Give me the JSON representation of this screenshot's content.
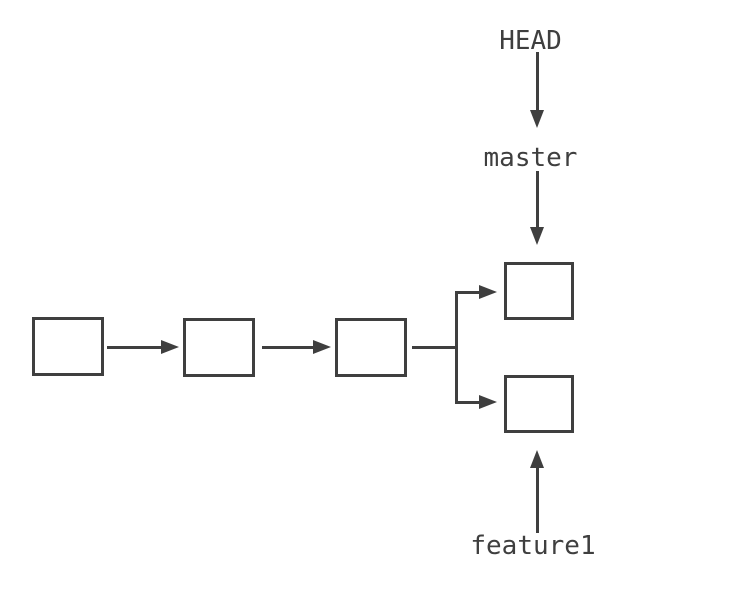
{
  "diagram": {
    "kind": "git-commit-graph",
    "colors": {
      "stroke": "#3f3f3f",
      "text": "#3f3f3f",
      "node_fill": "#ffffff",
      "background": "#ffffff"
    },
    "labels": {
      "head": "HEAD",
      "master": "master",
      "feature1": "feature1"
    },
    "graph": {
      "commits": [
        "c1",
        "c2",
        "c3",
        "c4",
        "c5"
      ],
      "edges": [
        {
          "from": "c1",
          "to": "c2"
        },
        {
          "from": "c2",
          "to": "c3"
        },
        {
          "from": "c3",
          "to": "c4"
        },
        {
          "from": "c3",
          "to": "c5"
        }
      ],
      "refs": [
        {
          "name": "HEAD",
          "points_to": "master"
        },
        {
          "name": "master",
          "points_to": "c4"
        },
        {
          "name": "feature1",
          "points_to": "c5"
        }
      ]
    }
  }
}
